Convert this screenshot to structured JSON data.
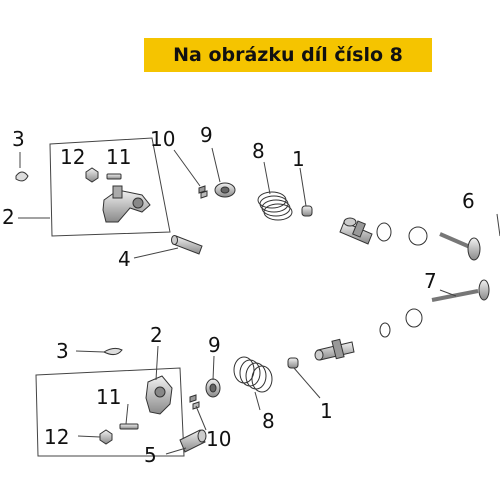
{
  "banner": {
    "text": "Na obrázku díl číslo 8"
  },
  "callouts": {
    "upper": {
      "n1": "1",
      "n2": "2",
      "n3": "3",
      "n4": "4",
      "n6": "6",
      "n7": "7",
      "n8": "8",
      "n9": "9",
      "n10": "10",
      "n11": "11",
      "n12": "12"
    },
    "lower": {
      "n1": "1",
      "n2": "2",
      "n3": "3",
      "n5": "5",
      "n8": "8",
      "n9": "9",
      "n10": "10",
      "n11": "11",
      "n12": "12"
    }
  },
  "colors": {
    "banner": "#f5c400",
    "linework": "#333333",
    "part_fill": "#d9d9d9"
  }
}
